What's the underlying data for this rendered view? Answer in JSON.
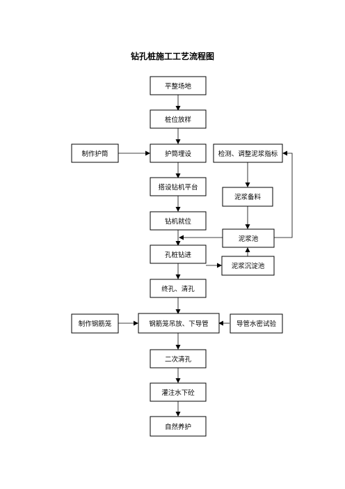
{
  "title": "钻孔桩施工工艺流程图",
  "nodes": [
    {
      "id": "n1",
      "label": "平整场地"
    },
    {
      "id": "n2",
      "label": "桩位放样"
    },
    {
      "id": "n3",
      "label": "护筒埋设"
    },
    {
      "id": "n4",
      "label": "搭设钻机平台"
    },
    {
      "id": "n5",
      "label": "钻机就位"
    },
    {
      "id": "n6",
      "label": "孔桩钻进"
    },
    {
      "id": "n7",
      "label": "终孔、清孔"
    },
    {
      "id": "n8",
      "label": "钢筋笼吊放、下导管"
    },
    {
      "id": "n9",
      "label": "二次清孔"
    },
    {
      "id": "n10",
      "label": "灌注水下砼"
    },
    {
      "id": "n11",
      "label": "自然养护"
    },
    {
      "id": "s1",
      "label": "制作护筒"
    },
    {
      "id": "s2",
      "label": "检测、调整泥浆指标"
    },
    {
      "id": "s3",
      "label": "泥浆备料"
    },
    {
      "id": "s4",
      "label": "泥浆池"
    },
    {
      "id": "s5",
      "label": "泥浆沉淀池"
    },
    {
      "id": "s6",
      "label": "制作钢筋笼"
    },
    {
      "id": "s7",
      "label": "导管水密试验"
    }
  ]
}
